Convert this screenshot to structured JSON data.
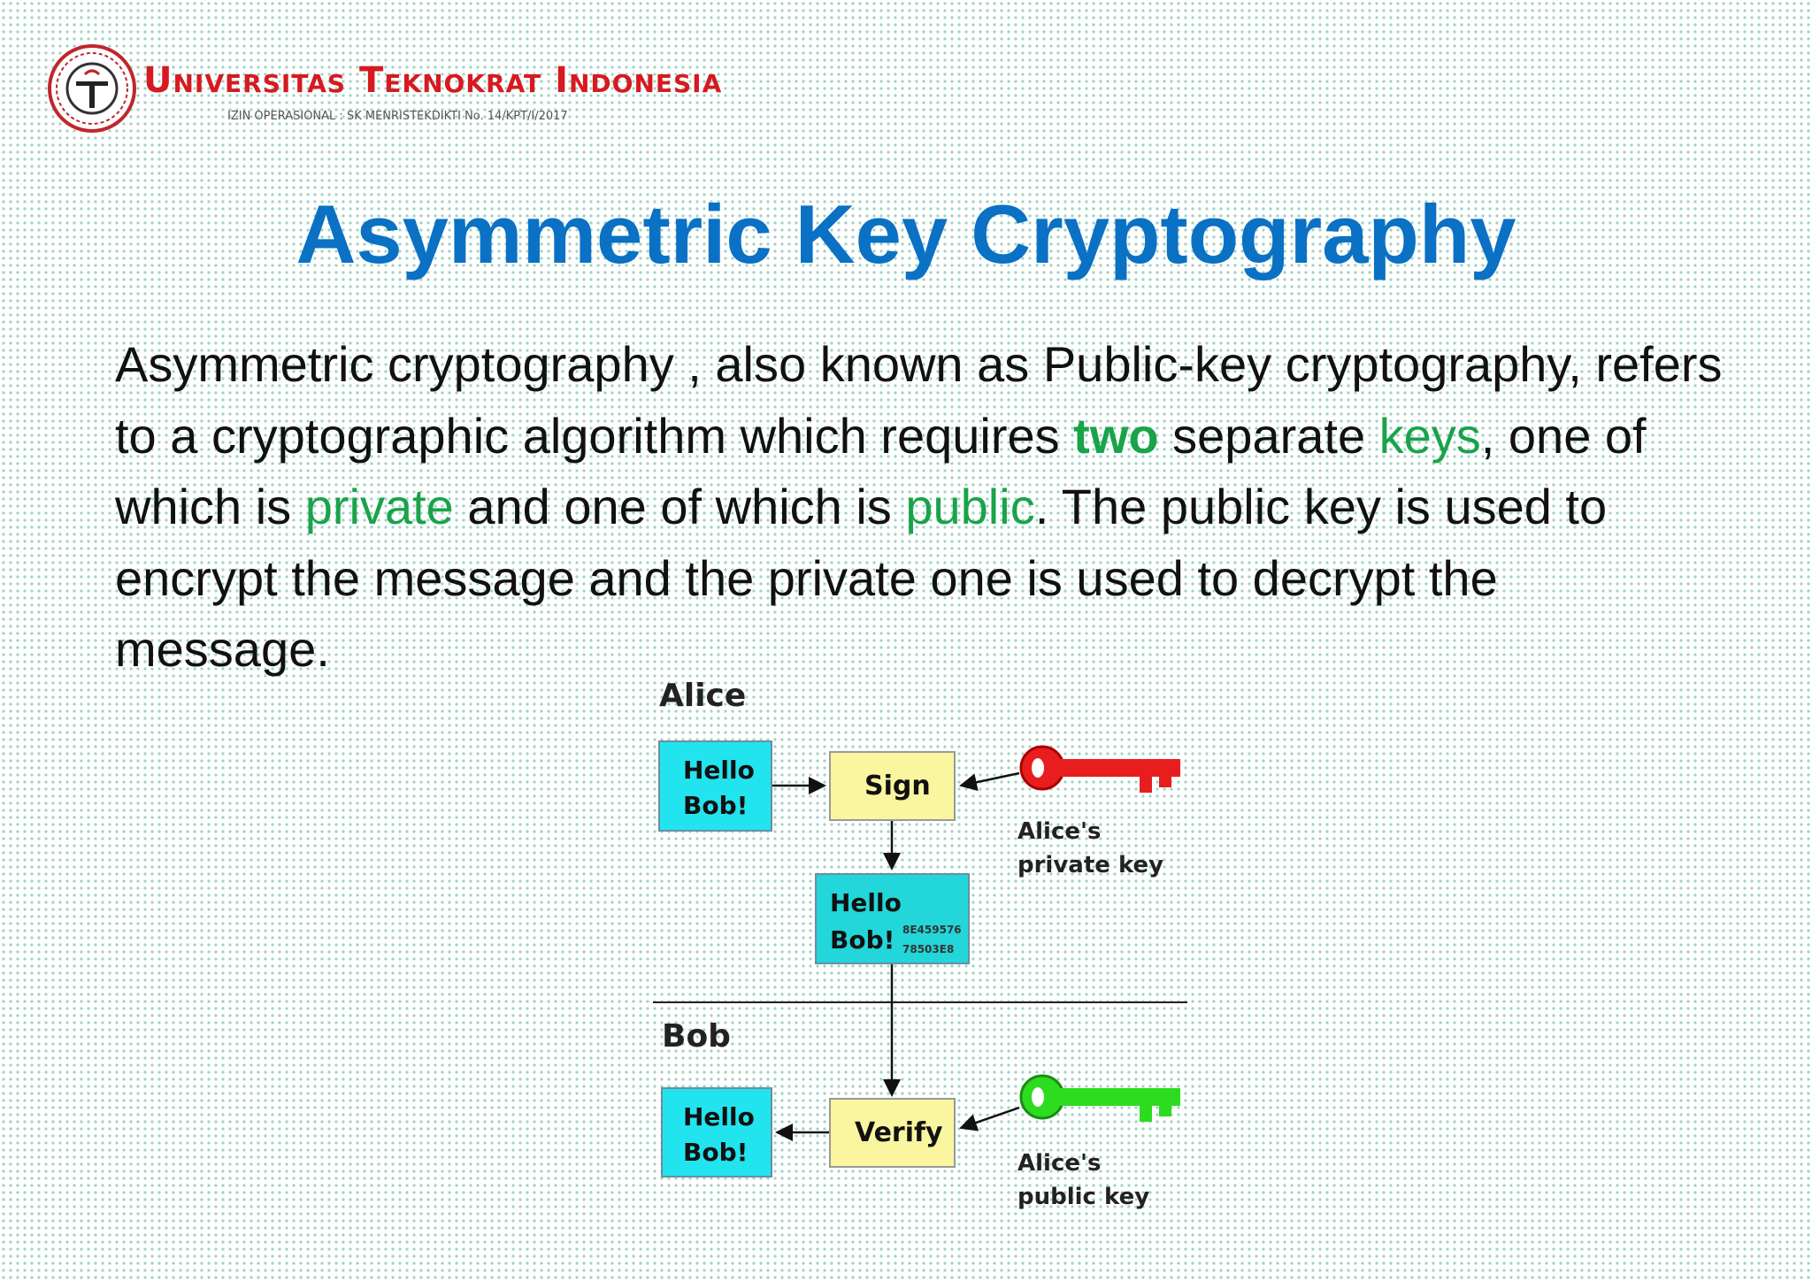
{
  "logo": {
    "name": "Universitas Teknokrat Indonesia",
    "subtitle": "IZIN OPERASIONAL : SK MENRISTEKDIKTI No. 14/KPT/I/2017"
  },
  "title": "Asymmetric Key Cryptography",
  "paragraph": {
    "p1": "Asymmetric cryptography , also known as Public-key cryptography, refers to a cryptographic algorithm which requires ",
    "two": "two",
    "p2": " separate ",
    "keys": "keys",
    "p3": ", one of which is ",
    "private": "private",
    "p4": " and one of which is ",
    "public": "public",
    "p5": ". The public key is used to encrypt the message and the private one is used to decrypt the message."
  },
  "diagram": {
    "alice_label": "Alice",
    "bob_label": "Bob",
    "message_line1": "Hello",
    "message_line2": "Bob!",
    "sign_label": "Sign",
    "verify_label": "Verify",
    "signature_line1": "8E459576",
    "signature_line2": "78503E8",
    "private_key_line1": "Alice's",
    "private_key_line2": "private key",
    "public_key_line1": "Alice's",
    "public_key_line2": "public key",
    "colors": {
      "message_box": "#22e4ef",
      "signed_box": "#22d6d9",
      "action_box": "#faf6a0",
      "private_key": "#e81e1e",
      "public_key": "#2ddc1e"
    }
  }
}
